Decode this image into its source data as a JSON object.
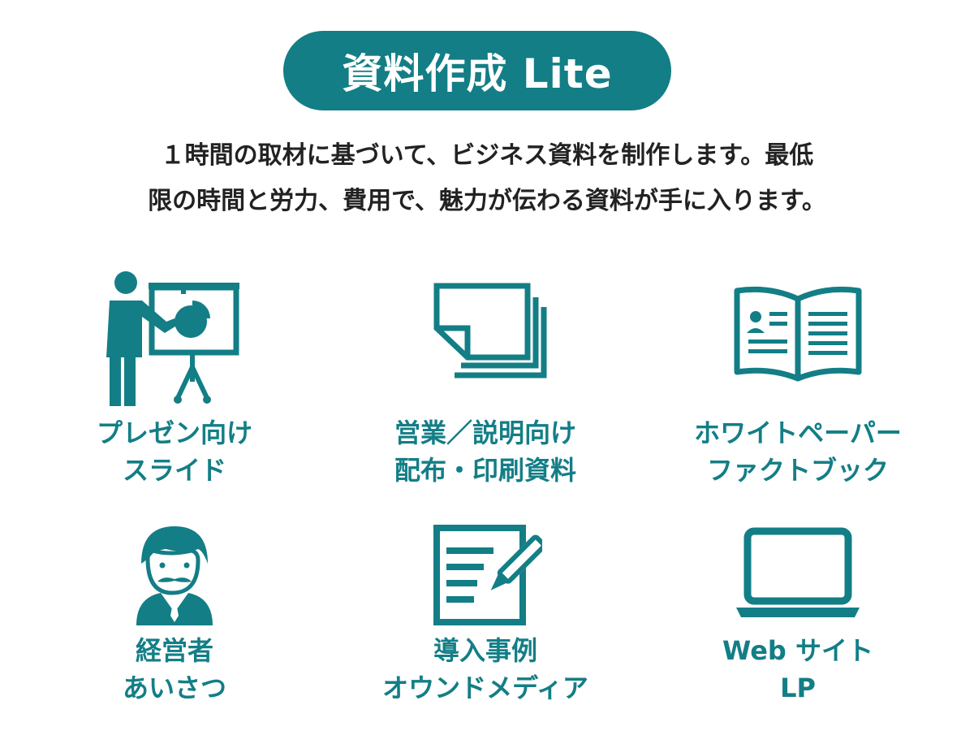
{
  "header": {
    "title": "資料作成 Lite"
  },
  "intro": {
    "line1": "１時間の取材に基づいて、ビジネス資料を制作します。最低",
    "line2": "限の時間と労力、費用で、魅力が伝わる資料が手に入ります。"
  },
  "colors": {
    "accent": "#137e86",
    "text": "#222222",
    "background": "#ffffff"
  },
  "services": [
    {
      "icon": "presenter-icon",
      "line1": "プレゼン向け",
      "line2": "スライド"
    },
    {
      "icon": "document-pages-icon",
      "line1": "営業／説明向け",
      "line2": "配布・印刷資料"
    },
    {
      "icon": "open-book-icon",
      "line1": "ホワイトペーパー",
      "line2": "ファクトブック"
    },
    {
      "icon": "executive-portrait-icon",
      "line1": "経営者",
      "line2": "あいさつ"
    },
    {
      "icon": "document-pen-icon",
      "line1": "導入事例",
      "line2": "オウンドメディア"
    },
    {
      "icon": "laptop-icon",
      "line1": "Web サイト",
      "line2": "LP"
    }
  ]
}
